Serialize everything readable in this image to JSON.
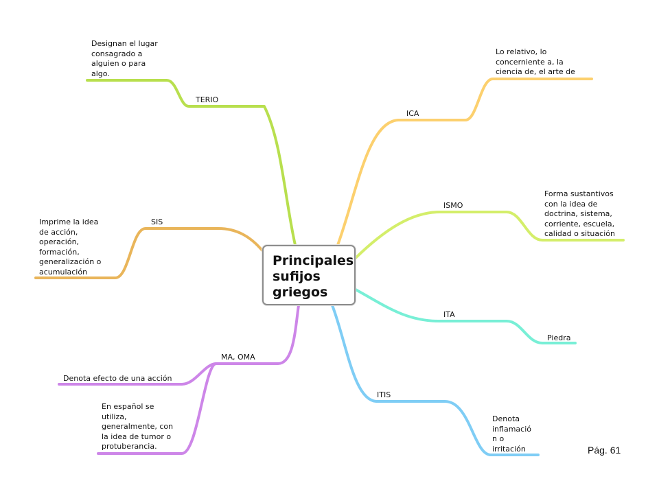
{
  "title": [
    "Principales",
    "sufijos",
    "griegos"
  ],
  "branches": {
    "terio": {
      "label": "TERIO",
      "color": "#b8df4e",
      "description": [
        "Designan el lugar",
        "consagrado a",
        "alguien o para",
        "algo."
      ]
    },
    "ica": {
      "label": "ICA",
      "color": "#fcd06e",
      "description": [
        "Lo relativo, lo",
        "concerniente a, la",
        "ciencia de, el arte de"
      ]
    },
    "sis": {
      "label": "SIS",
      "color": "#e9b55a",
      "description": [
        "Imprime la idea",
        "de acción,",
        "operación,",
        "formación,",
        "generalización o",
        "acumulación"
      ]
    },
    "ismo": {
      "label": "ISMO",
      "color": "#d4ee6a",
      "description": [
        "Forma sustantivos",
        "con la idea de",
        "doctrina, sistema,",
        "corriente, escuela,",
        "calidad o situación"
      ]
    },
    "ita": {
      "label": "ITA",
      "color": "#78efd6",
      "description": [
        "Piedra"
      ]
    },
    "ma_oma": {
      "label": "MA, OMA",
      "color": "#cd86e8",
      "description_1": [
        "Denota efecto de una acción"
      ],
      "description_2": [
        "En español se",
        "utiliza,",
        "generalmente, con",
        "la idea de tumor o",
        "protuberancia."
      ]
    },
    "itis": {
      "label": "ITIS",
      "color": "#7fcdf5",
      "description": [
        "Denota",
        "inflamació",
        "n o",
        "irritación"
      ]
    }
  },
  "footer": "Pág. 61"
}
